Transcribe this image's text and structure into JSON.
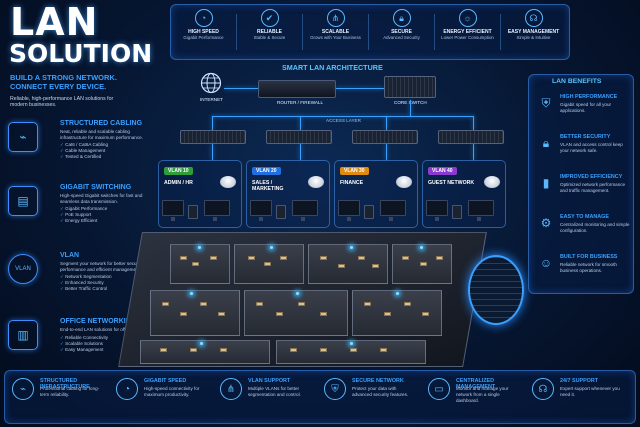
{
  "hero": {
    "title_line1": "LAN",
    "title_line2": "SOLUTION",
    "tagline_line1": "BUILD A STRONG NETWORK.",
    "tagline_line2": "CONNECT EVERY DEVICE.",
    "intro": "Reliable, high-performance LAN solutions for modern businesses."
  },
  "features": [
    {
      "title": "HIGH SPEED",
      "desc": "Gigabit Performance",
      "icon": "speedometer-icon"
    },
    {
      "title": "RELIABLE",
      "desc": "Stable & Secure",
      "icon": "shield-check-icon"
    },
    {
      "title": "SCALABLE",
      "desc": "Grows with Your Business",
      "icon": "network-icon"
    },
    {
      "title": "SECURE",
      "desc": "Advanced Security",
      "icon": "lock-icon"
    },
    {
      "title": "ENERGY EFFICIENT",
      "desc": "Lower Power Consumption",
      "icon": "lightbulb-icon"
    },
    {
      "title": "EASY MANAGEMENT",
      "desc": "Simple & Intuitive",
      "icon": "headset-icon"
    }
  ],
  "left_sections": [
    {
      "title": "STRUCTURED CABLING",
      "desc": "Neat, reliable and scalable cabling infrastructure for maximum performance.",
      "items": [
        "Cat6 / Cat6A Cabling",
        "Cable Management",
        "Tested & Certified"
      ]
    },
    {
      "title": "GIGABIT SWITCHING",
      "desc": "High-speed Gigabit switches for fast and seamless data transmission.",
      "items": [
        "Gigabit Performance",
        "PoE Support",
        "Energy Efficient"
      ]
    },
    {
      "title": "VLAN",
      "desc": "Segment your network for better security, performance and efficient management.",
      "items": [
        "Network Segmentation",
        "Enhanced Security",
        "Better Traffic Control"
      ]
    },
    {
      "title": "OFFICE NETWORKING",
      "desc": "End-to-end LAN solutions for offices of any size.",
      "items": [
        "Reliable Connectivity",
        "Scalable Solutions",
        "Easy Management"
      ]
    }
  ],
  "architecture": {
    "title": "SMART LAN ARCHITECTURE",
    "internet": "INTERNET",
    "router": "ROUTER / FIREWALL",
    "core": "CORE SWITCH",
    "access": "ACCESS LAYER"
  },
  "vlans": [
    {
      "tag": "VLAN 10",
      "name": "ADMIN / HR",
      "color": "#2e9e3a"
    },
    {
      "tag": "VLAN 20",
      "name": "SALES / MARKETING",
      "color": "#1f6fe0"
    },
    {
      "tag": "VLAN 30",
      "name": "FINANCE",
      "color": "#e08a10"
    },
    {
      "tag": "VLAN 40",
      "name": "GUEST NETWORK",
      "color": "#8a3ad0"
    }
  ],
  "benefits": {
    "title": "LAN BENEFITS",
    "items": [
      {
        "title": "HIGH PERFORMANCE",
        "desc": "Gigabit speed for all your applications.",
        "icon": "shield-icon"
      },
      {
        "title": "BETTER SECURITY",
        "desc": "VLAN and access control keep your network safe.",
        "icon": "lock-icon"
      },
      {
        "title": "IMPROVED EFFICIENCY",
        "desc": "Optimized network performance and traffic management.",
        "icon": "bar-chart-icon"
      },
      {
        "title": "EASY TO MANAGE",
        "desc": "Centralized monitoring and simple configuration.",
        "icon": "gear-icon"
      },
      {
        "title": "BUILT FOR BUSINESS",
        "desc": "Reliable network for smooth business operations.",
        "icon": "users-icon"
      }
    ]
  },
  "bottom": [
    {
      "title": "STRUCTURED INFRASTRUCTURE",
      "desc": "Professional cabling for long-term reliability.",
      "icon": "cable-icon"
    },
    {
      "title": "GIGABIT SPEED",
      "desc": "High-speed connectivity for maximum productivity.",
      "icon": "speedometer-icon"
    },
    {
      "title": "VLAN SUPPORT",
      "desc": "Multiple VLANs for better segmentation and control.",
      "icon": "network-icon"
    },
    {
      "title": "SECURE NETWORK",
      "desc": "Protect your data with advanced security features.",
      "icon": "shield-icon"
    },
    {
      "title": "CENTRALIZED MANAGEMENT",
      "desc": "Monitor and manage your network from a single dashboard.",
      "icon": "monitor-icon"
    },
    {
      "title": "24/7 SUPPORT",
      "desc": "Expert support whenever you need it.",
      "icon": "headset-icon"
    }
  ]
}
